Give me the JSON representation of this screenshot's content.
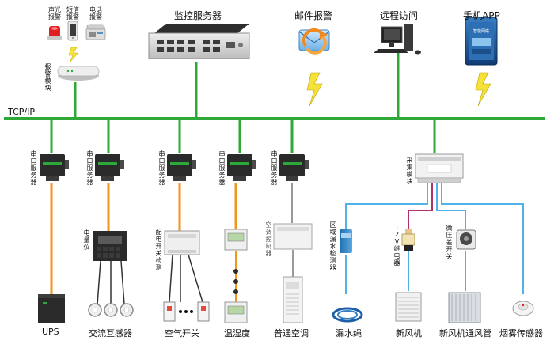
{
  "network": {
    "bus_label": "TCP/IP"
  },
  "top": {
    "alarm_labels": [
      "声光报警",
      "短信报警",
      "电话报警"
    ],
    "alarm_module": "报警模块",
    "server": "监控服务器",
    "email": "邮件报警",
    "remote": "远程访问",
    "phone": "手机APP",
    "phone_screen_text": "智能网络"
  },
  "modules": {
    "serial_server": "串口服务器",
    "acquisition": "采集模块",
    "meter": "电量仪",
    "breaker_detect": "配电开关检测",
    "ac_controller": "空调控制器",
    "leak_detector": "区域漏水检测器",
    "relay": "12V继电器",
    "diff_pressure": "微压差开关"
  },
  "bottom": {
    "ups": "UPS",
    "ct": "交流互感器",
    "switch": "空气开关",
    "temp": "温湿度",
    "ac": "普通空调",
    "rope": "漏水绳",
    "fan": "新风机",
    "duct": "新风机通风管",
    "smoke": "烟雾传感器"
  },
  "colors": {
    "bus": "#2fa83a",
    "orange_line": "#f0961e",
    "blue_line": "#4fb3e8",
    "purple_line": "#b0306b",
    "gray_line": "#9a9a9a",
    "device_dark": "#2a2a2a",
    "lightning": "#f5e13a"
  },
  "icons": [
    "siren-icon",
    "mobile-phone-icon",
    "telephone-icon",
    "router-icon",
    "rack-server-icon",
    "email-sync-icon",
    "workstation-icon",
    "smartphone-icon",
    "lightning-icon"
  ]
}
